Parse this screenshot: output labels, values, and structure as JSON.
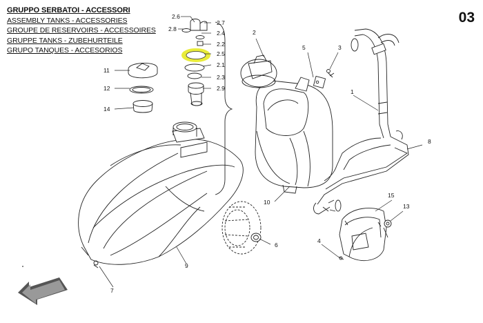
{
  "title_lines": [
    "GRUPPO SERBATOI - ACCESSORI",
    "ASSEMBLY TANKS - ACCESSORIES",
    "GROUPE DE RESERVOIRS - ACCESSOIRES",
    "GRUPPE TANKS - ZUBEHURTEILE",
    "GRUPO TANQUES - ACCESORIOS"
  ],
  "page_number": "03",
  "callouts": {
    "c1": "1",
    "c2": "2",
    "c3": "3",
    "c4": "4",
    "c5": "5",
    "c6": "6",
    "c7": "7",
    "c8": "8",
    "c9": "9",
    "c10": "10",
    "c11": "11",
    "c12": "12",
    "c13": "13",
    "c14": "14",
    "c15": "15",
    "c21": "2.1",
    "c22": "2.2",
    "c23": "2.3",
    "c24": "2.4",
    "c25": "2.5",
    "c26": "2.6",
    "c27": "2.7",
    "c28": "2.8",
    "c29": "2.9"
  },
  "highlight_color": "#e9ec3a"
}
